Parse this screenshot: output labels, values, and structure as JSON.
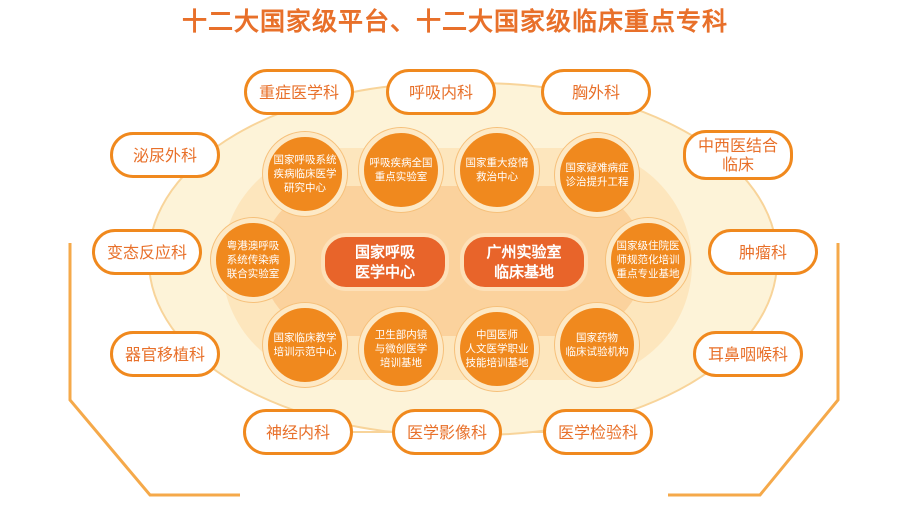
{
  "title": "十二大国家级平台、十二大国家级临床重点专科",
  "colors": {
    "accent": "#f0891e",
    "core": "#e8642a",
    "title": "#e8702a"
  },
  "core": [
    "国家呼吸\n医学中心",
    "广州实验室\n临床基地"
  ],
  "platforms": [
    "国家呼吸系统\n疾病临床医学\n研究中心",
    "呼吸疾病全国\n重点实验室",
    "国家重大疫情\n救治中心",
    "国家疑难病症\n诊治提升工程",
    "粤港澳呼吸\n系统传染病\n联合实验室",
    "国家级住院医\n师规范化培训\n重点专业基地",
    "国家临床教学\n培训示范中心",
    "卫生部内镜\n与微创医学\n培训基地",
    "中国医师\n人文医学职业\n技能培训基地",
    "国家药物\n临床试验机构"
  ],
  "specialties": [
    "重症医学科",
    "呼吸内科",
    "胸外科",
    "泌尿外科",
    "中西医结合\n临床",
    "变态反应科",
    "肿瘤科",
    "器官移植科",
    "耳鼻咽喉科",
    "神经内科",
    "医学影像科",
    "医学检验科"
  ]
}
